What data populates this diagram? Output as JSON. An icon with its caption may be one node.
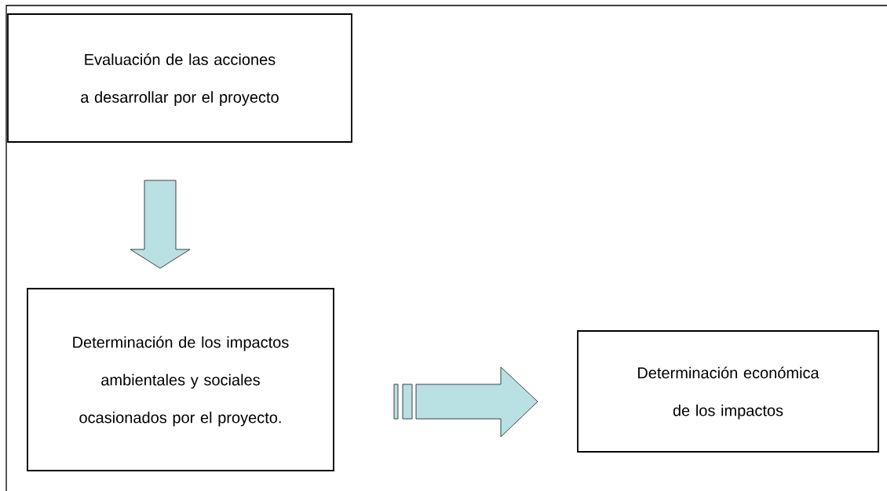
{
  "diagram": {
    "nodes": [
      {
        "text": [
          "Evaluación de las acciones a desarrollar por el proyecto"
        ]
      },
      {
        "text": [
          "Determinación de los impactos ambientales y sociales ocasionados por el proyecto."
        ]
      },
      {
        "text": [
          "Determinación económica de los impactos"
        ]
      }
    ],
    "edges": [
      {
        "from": 0,
        "to": 1,
        "arrow": "to"
      },
      {
        "from": 1,
        "to": 2,
        "arrow": "to"
      }
    ]
  }
}
